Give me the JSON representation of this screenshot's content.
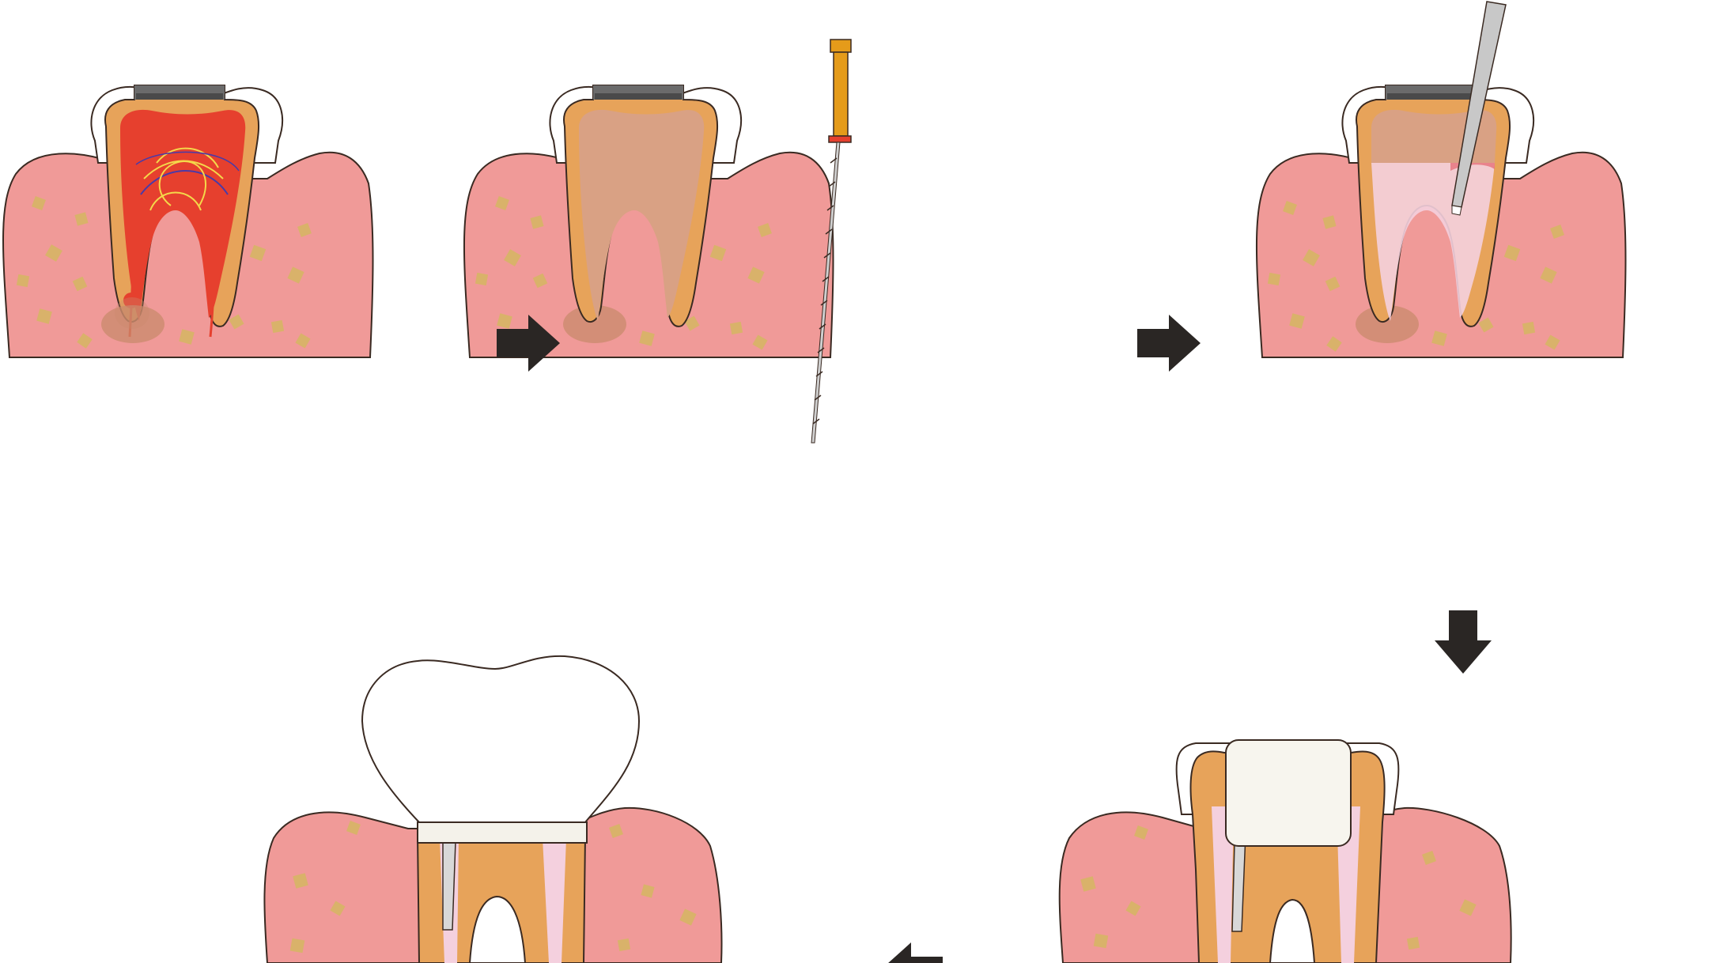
{
  "diagram": {
    "type": "process-flow",
    "steps": [
      {
        "id": "step-1",
        "icon": "infected-pulp-tooth"
      },
      {
        "id": "step-2",
        "icon": "endodontic-file-cleaning"
      },
      {
        "id": "step-3",
        "icon": "canal-filling-syringe"
      },
      {
        "id": "step-4",
        "icon": "temporary-filling-post"
      },
      {
        "id": "step-5",
        "icon": "crown-placement"
      }
    ],
    "arrows": [
      {
        "from": "step-1",
        "to": "step-2",
        "direction": "right"
      },
      {
        "from": "step-2",
        "to": "step-3",
        "direction": "right"
      },
      {
        "from": "step-3",
        "to": "step-4",
        "direction": "down"
      },
      {
        "from": "step-4",
        "to": "step-5",
        "direction": "left"
      }
    ]
  },
  "colors": {
    "gum": "#f09a98",
    "gum_dots": "#d9b26a",
    "dentin": "#e7a35a",
    "enamel": "#ffffff",
    "pulp_infected": "#e6402e",
    "pulp_cleaned": "#d9a184",
    "gutta_percha": "#f4d0de",
    "lesion": "#c98a6c",
    "file_handle": "#e59b1a",
    "arrow": "#2a2624",
    "outline": "#3a2a22"
  }
}
